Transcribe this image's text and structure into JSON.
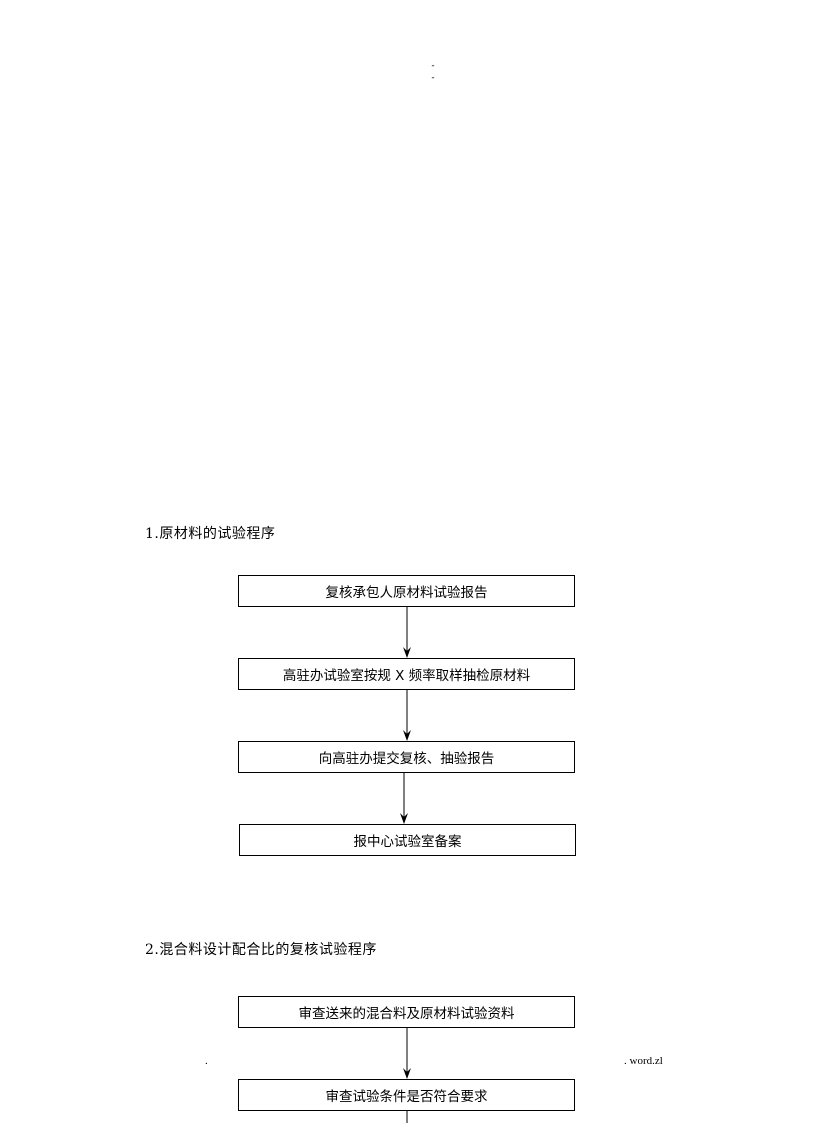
{
  "header": {
    "mark_1": "-",
    "mark_2": "-"
  },
  "section_1": {
    "title": "1.原材料的试验程序",
    "steps": [
      "复核承包人原材料试验报告",
      "高驻办试验室按规 X 频率取样抽检原材料",
      "向高驻办提交复核、抽验报告",
      "报中心试验室备案"
    ]
  },
  "section_2": {
    "title": "2.混合料设计配合比的复核试验程序",
    "steps": [
      "审查送来的混合料及原材料试验资料",
      "审查试验条件是否符合要求"
    ]
  },
  "footer": {
    "left_mark": ".",
    "right_text": ". word.zl"
  }
}
